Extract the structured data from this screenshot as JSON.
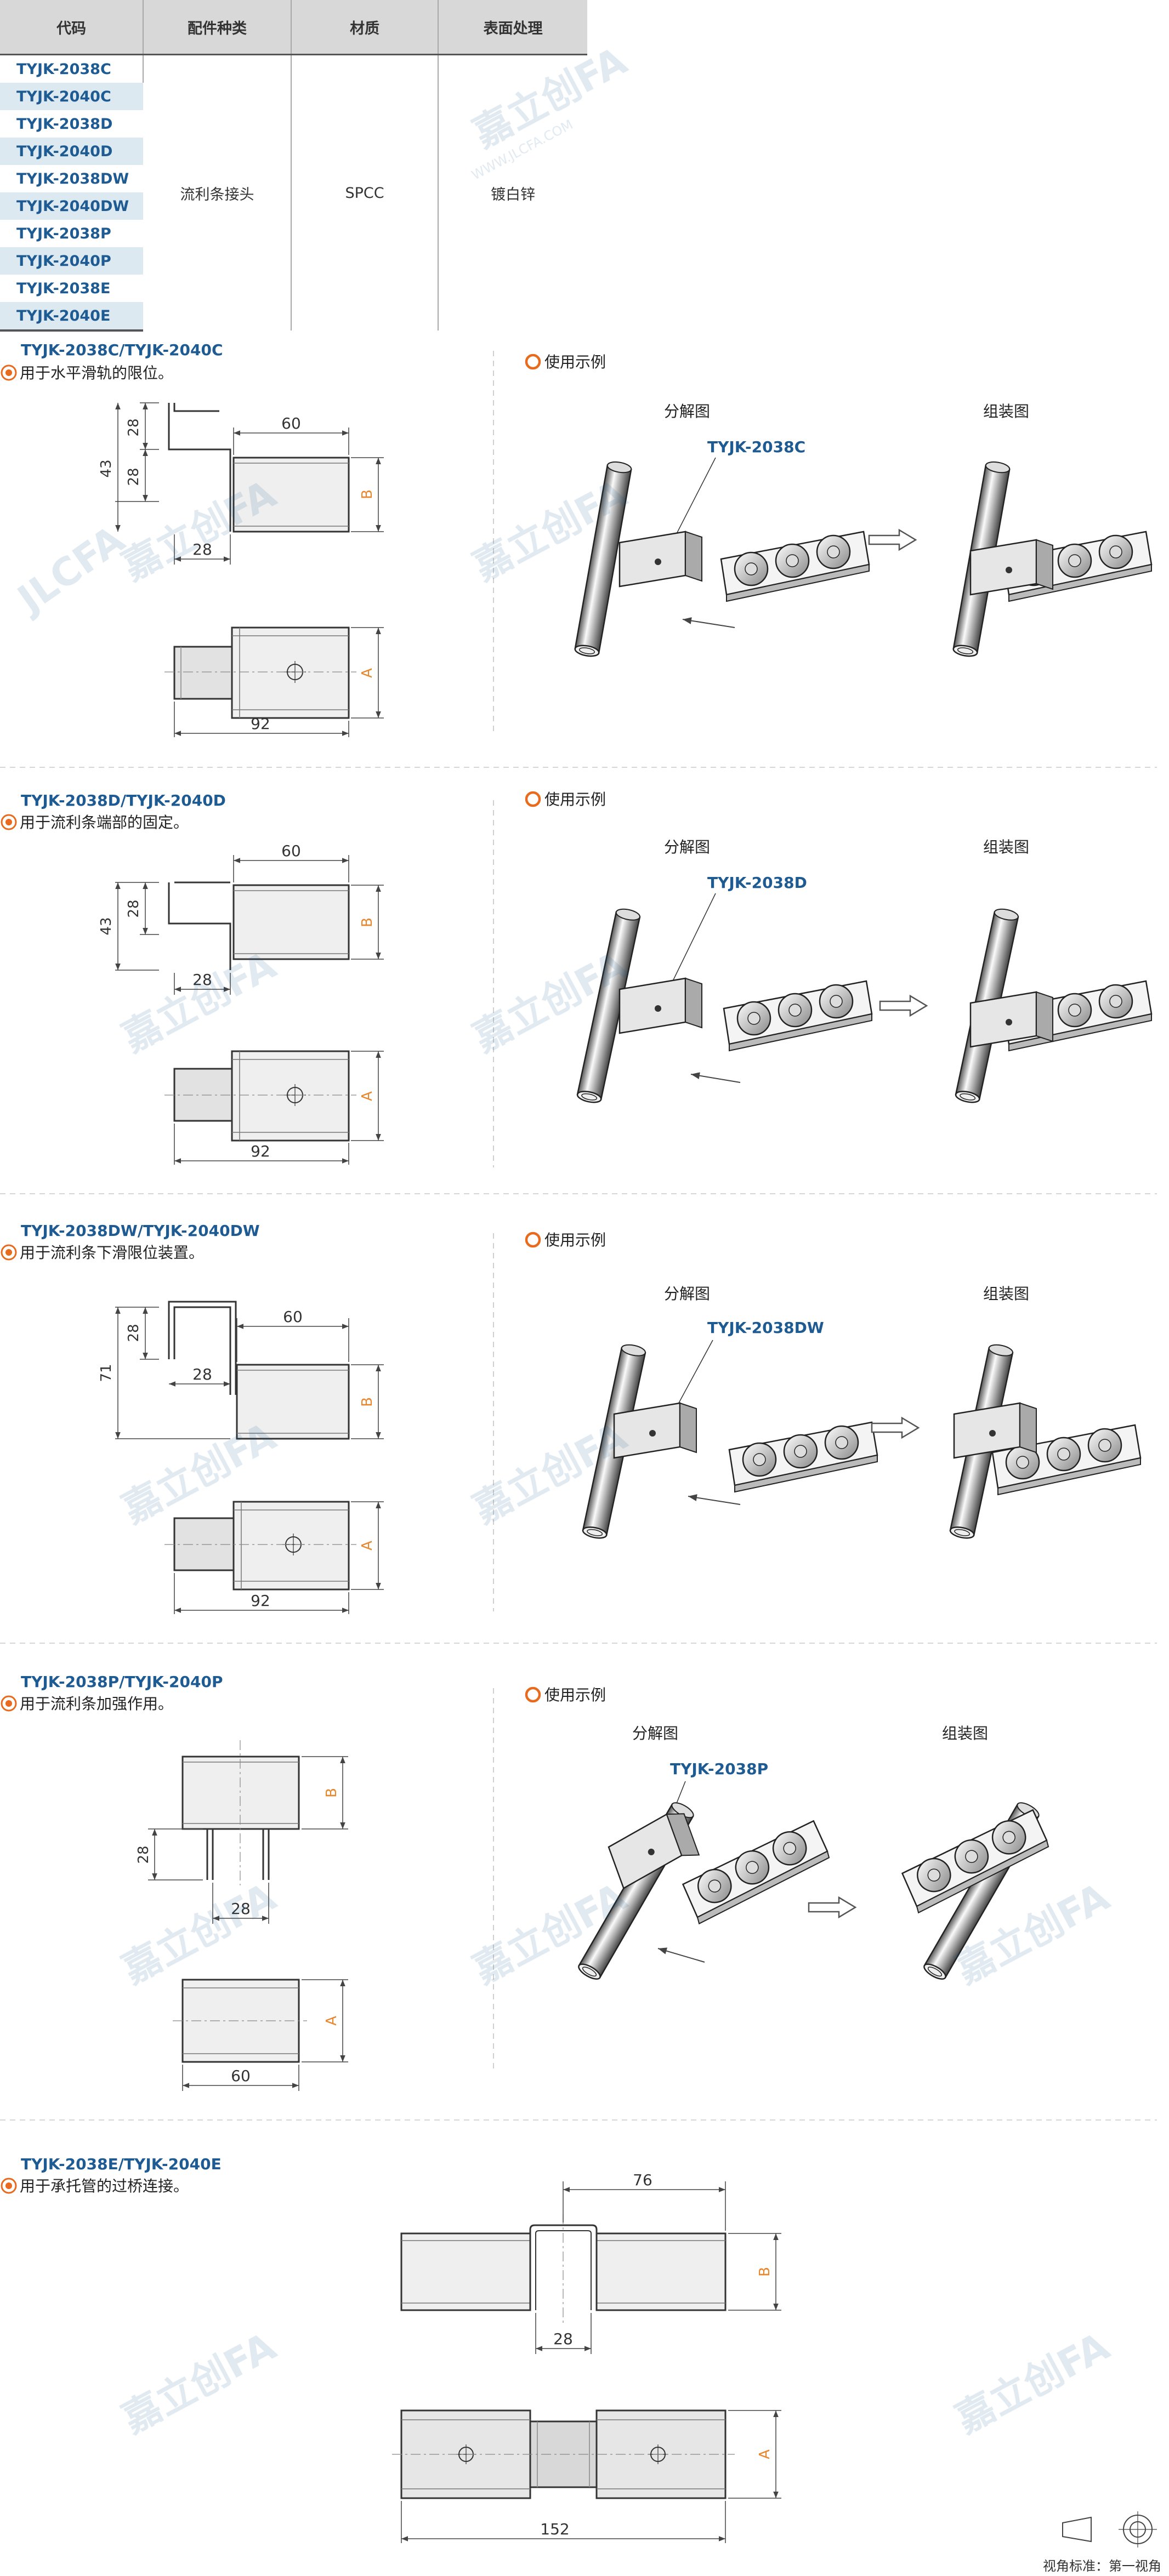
{
  "table": {
    "headers": [
      "代码",
      "配件种类",
      "材质",
      "表面处理"
    ],
    "codes": [
      "TYJK-2038C",
      "TYJK-2040C",
      "TYJK-2038D",
      "TYJK-2040D",
      "TYJK-2038DW",
      "TYJK-2040DW",
      "TYJK-2038P",
      "TYJK-2040P",
      "TYJK-2038E",
      "TYJK-2040E"
    ],
    "type": "流利条接头",
    "material": "SPCC",
    "surface": "镀白锌"
  },
  "sections": [
    {
      "title": "TYJK-2038C/TYJK-2040C",
      "desc": "用于水平滑轨的限位。",
      "example_label": "使用示例",
      "exploded_label": "分解图",
      "assembled_label": "组装图",
      "callout": "TYJK-2038C",
      "dims": {
        "width": "60",
        "height": "43",
        "flange_top": "28",
        "flange_mid": "28",
        "offset": "28",
        "length": "92",
        "a": "A",
        "b": "B"
      }
    },
    {
      "title": "TYJK-2038D/TYJK-2040D",
      "desc": "用于流利条端部的固定。",
      "example_label": "使用示例",
      "exploded_label": "分解图",
      "assembled_label": "组装图",
      "callout": "TYJK-2038D",
      "dims": {
        "width": "60",
        "height": "43",
        "flange_mid": "28",
        "offset": "28",
        "length": "92",
        "a": "A",
        "b": "B"
      }
    },
    {
      "title": "TYJK-2038DW/TYJK-2040DW",
      "desc": "用于流利条下滑限位装置。",
      "example_label": "使用示例",
      "exploded_label": "分解图",
      "assembled_label": "组装图",
      "callout": "TYJK-2038DW",
      "dims": {
        "width": "60",
        "height": "71",
        "flange_top": "28",
        "offset": "28",
        "length": "92",
        "a": "A",
        "b": "B"
      }
    },
    {
      "title": "TYJK-2038P/TYJK-2040P",
      "desc": "用于流利条加强作用。",
      "example_label": "使用示例",
      "exploded_label": "分解图",
      "assembled_label": "组装图",
      "callout": "TYJK-2038P",
      "dims": {
        "flange": "28",
        "offset": "28",
        "length": "60",
        "a": "A",
        "b": "B"
      }
    },
    {
      "title": "TYJK-2038E/TYJK-2040E",
      "desc": "用于承托管的过桥连接。",
      "dims": {
        "width": "76",
        "offset": "28",
        "length": "152",
        "a": "A",
        "b": "B"
      }
    }
  ],
  "watermark": {
    "brand": "JLCFA",
    "cn": "嘉立创FA",
    "url": "WWW.JLCFA.COM"
  },
  "projection_label": "视角标准：第一视角",
  "colors": {
    "accent_blue": "#1e5b92",
    "accent_orange": "#e86a1c",
    "dim_orange": "#e8862c",
    "header_gray": "#d8d8d8",
    "row_blue": "#dde9f1"
  }
}
